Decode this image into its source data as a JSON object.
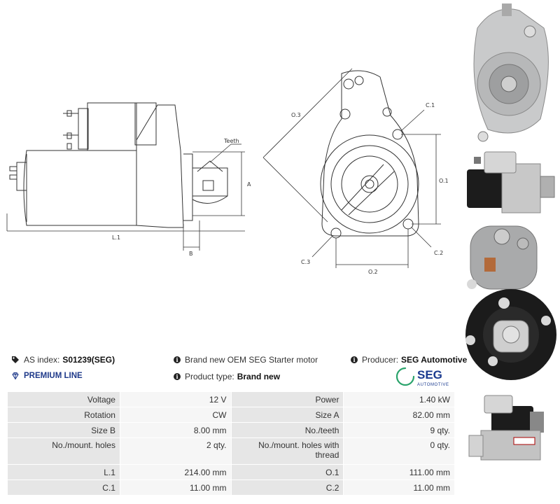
{
  "diagram_labels": {
    "teeth": "Teeth",
    "a": "A",
    "b": "B",
    "l1": "L.1",
    "o3": "O.3",
    "c1": "C.1",
    "o1": "O.1",
    "c2": "C.2",
    "c3": "C.3",
    "o2": "O.2"
  },
  "header": {
    "as_index_label": "AS index:",
    "as_index_value": "S01239(SEG)",
    "description": "Brand new OEM SEG Starter motor",
    "producer_label": "Producer:",
    "producer_value": "SEG Automotive",
    "premium_line": "PREMIUM LINE",
    "product_type_label": "Product type:",
    "product_type_value": "Brand new"
  },
  "logo": {
    "name": "SEG",
    "sub": "AUTOMOTIVE",
    "color": "#1a3a8f",
    "accent": "#2aa36b"
  },
  "specs": [
    {
      "k1": "Voltage",
      "v1": "12 V",
      "k2": "Power",
      "v2": "1.40 kW"
    },
    {
      "k1": "Rotation",
      "v1": "CW",
      "k2": "Size A",
      "v2": "82.00 mm"
    },
    {
      "k1": "Size B",
      "v1": "8.00 mm",
      "k2": "No./teeth",
      "v2": "9 qty."
    },
    {
      "k1": "No./mount. holes",
      "v1": "2 qty.",
      "k2": "No./mount. holes with thread",
      "v2": "0 qty."
    },
    {
      "k1": "L.1",
      "v1": "214.00 mm",
      "k2": "O.1",
      "v2": "111.00 mm"
    },
    {
      "k1": "C.1",
      "v1": "11.00 mm",
      "k2": "C.2",
      "v2": "11.00 mm"
    }
  ],
  "icons": {
    "as_index": "tags-icon",
    "info": "info-circle-icon",
    "premium": "diamond-icon"
  }
}
